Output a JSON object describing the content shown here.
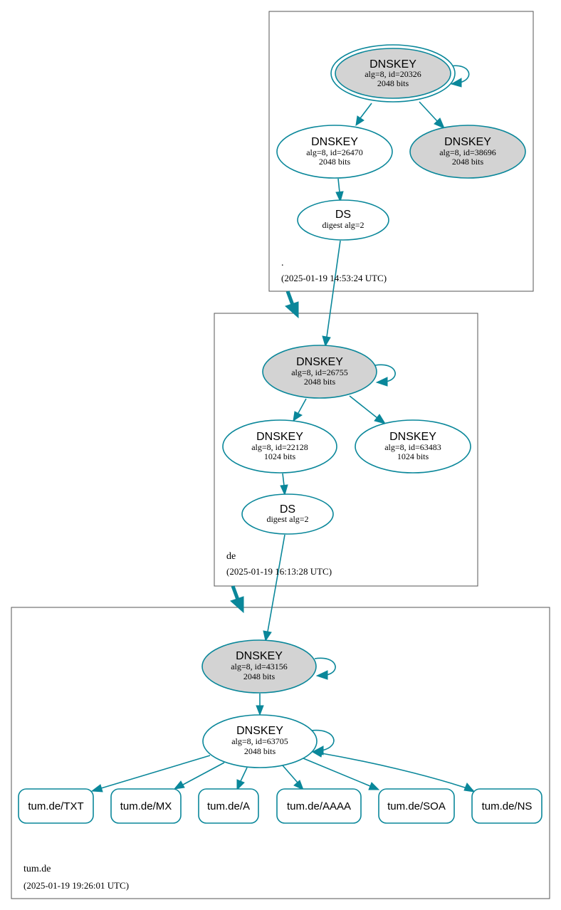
{
  "zones": {
    "root": {
      "name": ".",
      "timestamp": "(2025-01-19 14:53:24 UTC)",
      "ksk_20326": {
        "type": "DNSKEY",
        "info": "alg=8, id=20326",
        "size": "2048 bits"
      },
      "zsk_26470": {
        "type": "DNSKEY",
        "info": "alg=8, id=26470",
        "size": "2048 bits"
      },
      "key_38696": {
        "type": "DNSKEY",
        "info": "alg=8, id=38696",
        "size": "2048 bits"
      },
      "ds": {
        "type": "DS",
        "info": "digest alg=2"
      }
    },
    "de": {
      "name": "de",
      "timestamp": "(2025-01-19 16:13:28 UTC)",
      "ksk_26755": {
        "type": "DNSKEY",
        "info": "alg=8, id=26755",
        "size": "2048 bits"
      },
      "zsk_22128": {
        "type": "DNSKEY",
        "info": "alg=8, id=22128",
        "size": "1024 bits"
      },
      "zsk_63483": {
        "type": "DNSKEY",
        "info": "alg=8, id=63483",
        "size": "1024 bits"
      },
      "ds": {
        "type": "DS",
        "info": "digest alg=2"
      }
    },
    "tum": {
      "name": "tum.de",
      "timestamp": "(2025-01-19 19:26:01 UTC)",
      "ksk_43156": {
        "type": "DNSKEY",
        "info": "alg=8, id=43156",
        "size": "2048 bits"
      },
      "zsk_63705": {
        "type": "DNSKEY",
        "info": "alg=8, id=63705",
        "size": "2048 bits"
      },
      "records": [
        "tum.de/TXT",
        "tum.de/MX",
        "tum.de/A",
        "tum.de/AAAA",
        "tum.de/SOA",
        "tum.de/NS"
      ]
    }
  },
  "colors": {
    "edge": "#0a879a",
    "secure_entry_point_fill": "#d3d3d3",
    "zone_border": "#555555"
  }
}
